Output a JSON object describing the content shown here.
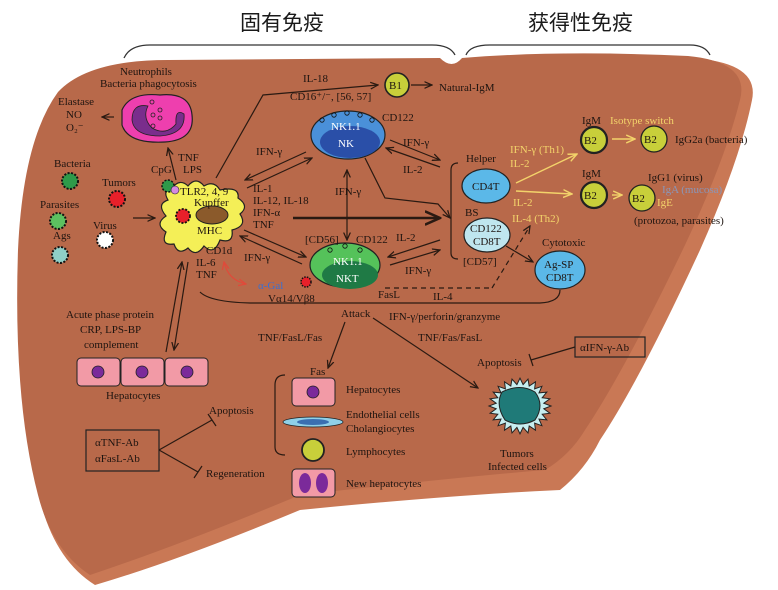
{
  "headers": {
    "innate": "固有免疫",
    "adaptive": "获得性免疫"
  },
  "colors": {
    "liver": "#b8694a",
    "liver_edge": "#c97855",
    "kupffer": "#f4ef57",
    "nk_outer": "#4a90d9",
    "nk_inner": "#2a4fa8",
    "nkt_outer": "#55c25a",
    "nkt_inner": "#1f7a45",
    "b_cell": "#c8cf3a",
    "t_cell": "#5bb8e8",
    "hepatocyte": "#f29aa6",
    "nucleus": "#7b2a9a",
    "tumor_core": "#1f7a78",
    "yellow_text": "#f3d36a"
  },
  "neutrophils": {
    "title": "Neutrophils",
    "subtitle": "Bacteria phagocytosis",
    "products": [
      "Elastase",
      "NO",
      "O₂⁻"
    ]
  },
  "pathogens": {
    "bacteria": "Bacteria",
    "tumors": "Tumors",
    "parasites": "Parasites",
    "virus": "Virus",
    "ags": "Ags"
  },
  "kupffer": {
    "receptors": "TLR2, 4, 9",
    "name": "Kupffer",
    "mhc": "MHC",
    "cpg": "CpG",
    "tnf_lps": [
      "TNF",
      "LPS"
    ],
    "cd1d": "CD1d",
    "il6_tnf": [
      "IL-6",
      "TNF"
    ],
    "cytokines": [
      "IL-1",
      "IL-12, IL-18",
      "IFN-α",
      "TNF"
    ]
  },
  "nk": {
    "marker": "NK1.1",
    "name": "NK",
    "cd122": "CD122",
    "cd16": "CD16⁺/⁻, [56, 57]",
    "il18": "IL-18"
  },
  "b1": {
    "name": "B1",
    "product": "Natural-IgM"
  },
  "nkt": {
    "marker": "NK1.1",
    "name": "NKT",
    "cd56": "[CD56]",
    "cd122": "CD122",
    "alpha_gal": "α-Gal",
    "tcr": "Vα14/Vβ8",
    "fasl": "FasL",
    "il4": "IL-4"
  },
  "signals": {
    "ifn_g_kupffer_nk": "IFN-γ",
    "ifn_g_vertical": "IFN-γ",
    "ifn_g_kupffer_nkt": "IFN-γ",
    "ifn_g_nk_t": "IFN-γ",
    "il2_nk_t": "IL-2",
    "il2_nkt_t": "IL-2",
    "ifn_g_nkt_t": "IFN-γ"
  },
  "t_cells": {
    "helper_label": "Helper",
    "helper": "CD4T",
    "bs_label": "BS",
    "bs_cell": [
      "CD122",
      "CD8T"
    ],
    "cd57": "[CD57]",
    "cytotoxic_label": "Cytotoxic",
    "cytotoxic": [
      "Ag-SP",
      "CD8T"
    ],
    "th1": "IFN-γ (Th1)",
    "il2_a": "IL-2",
    "il2_b": "IL-2",
    "th2": "IL-4 (Th2)"
  },
  "b2": {
    "name": "B2",
    "igm_1": "IgM",
    "isotype_switch": "Isotype switch",
    "igg2a": "IgG2a (bacteria)",
    "igm_2": "IgM",
    "igg1": "IgG1 (virus)",
    "iga": "IgA (mucosa)",
    "ige": "IgE",
    "protozoa": "(protozoa, parasites)"
  },
  "hepatocytes_top": {
    "acute": "Acute phase protein",
    "crp": "CRP, LPS-BP",
    "complement": "complement",
    "label": "Hepatocytes"
  },
  "attack": {
    "label": "Attack",
    "effectors": "IFN-γ/perforin/granzyme",
    "tnf_fas_fasl": "TNF/Fas/FasL",
    "tnf_fasl_fas": "TNF/FasL/Fas",
    "fas": "Fas"
  },
  "targets": {
    "hepatocytes": "Hepatocytes",
    "endothelial": "Endothelial cells",
    "cholangiocytes": "Cholangiocytes",
    "lymphocytes": "Lymphocytes",
    "new_hepatocytes": "New hepatocytes"
  },
  "antibodies": {
    "box": [
      "αTNF-Ab",
      "αFasL-Ab"
    ],
    "apoptosis": "Apoptosis",
    "regeneration": "Regeneration",
    "ifn_ab": "αIFN-γ-Ab",
    "apoptosis_right": "Apoptosis"
  },
  "tumor_target": {
    "line1": "Tumors",
    "line2": "Infected cells"
  }
}
